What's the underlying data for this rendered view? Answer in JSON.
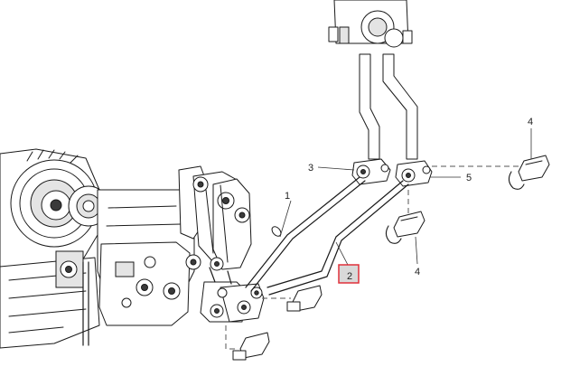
{
  "diagram": {
    "callouts": [
      {
        "id": "c1",
        "label": "1"
      },
      {
        "id": "c2",
        "label": "2",
        "highlighted": true
      },
      {
        "id": "c3",
        "label": "3"
      },
      {
        "id": "c4a",
        "label": "4"
      },
      {
        "id": "c4b",
        "label": "4"
      },
      {
        "id": "c5",
        "label": "5"
      }
    ],
    "highlight_color": "#e0303a",
    "highlight_fill": "#d9d9d9",
    "line_color": "#1a1a1a"
  }
}
